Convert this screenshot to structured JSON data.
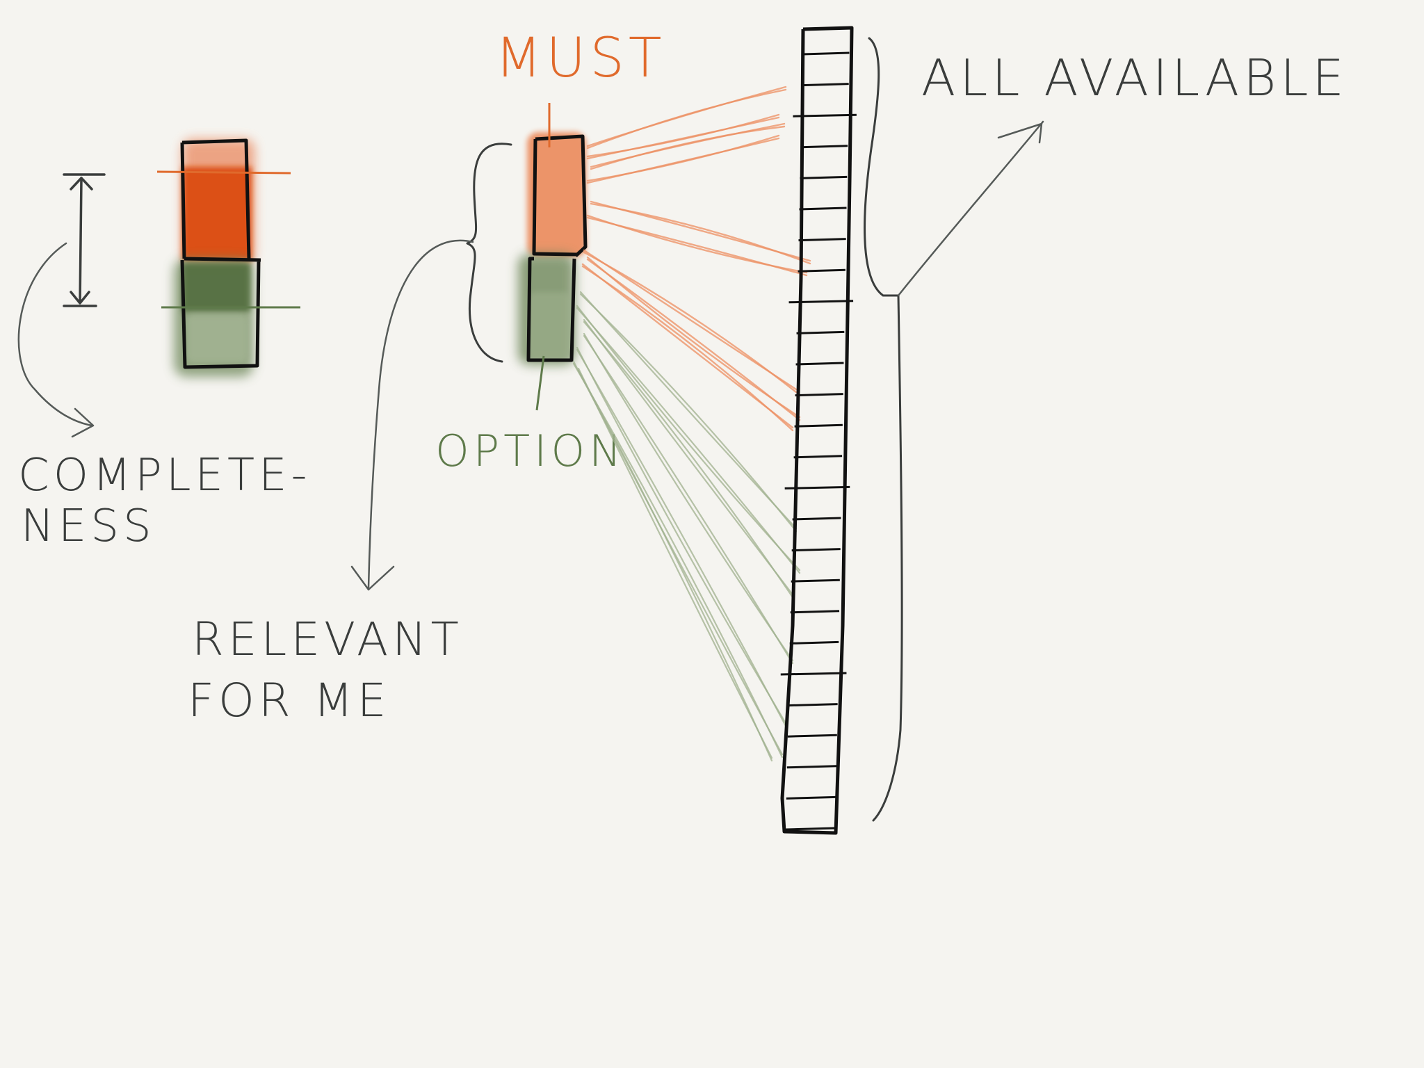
{
  "labels": {
    "completeness_line1": "COMPLETE-",
    "completeness_line2": "NESS",
    "must": "MUST",
    "option": "OPTION",
    "relevant_line1": "RELEVANT",
    "relevant_line2": "FOR ME",
    "all_available": "ALL AVAILABLE"
  },
  "colors": {
    "background": "#f5f4f0",
    "ink": "#3a3d3c",
    "orange": "#e06a2c",
    "orange_dark": "#db4a0a",
    "orange_light": "#ec8f62",
    "green": "#5e7a4a",
    "green_dark": "#4f6b3b",
    "green_light": "#9fb08d"
  },
  "scale": {
    "segment_count": 26
  }
}
